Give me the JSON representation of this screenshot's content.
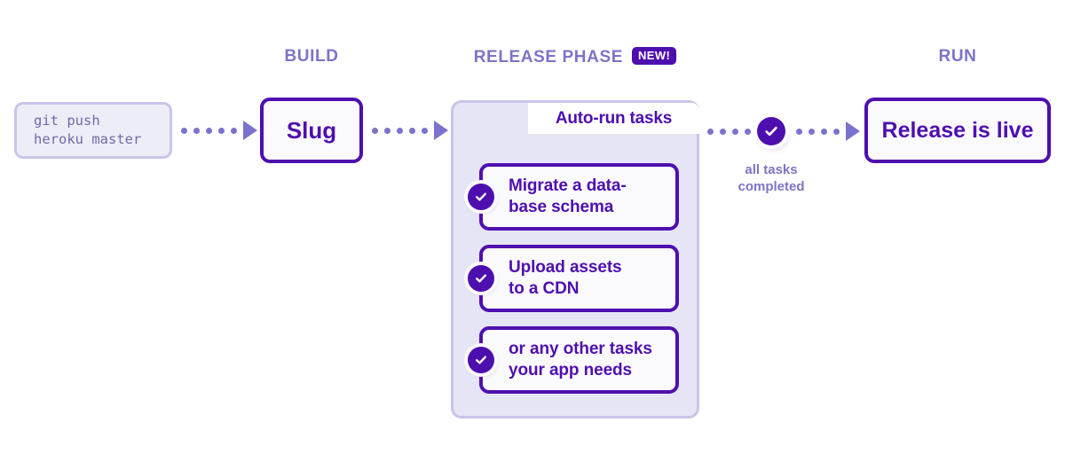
{
  "diagram": {
    "title": "Heroku release phase pipeline",
    "colors": {
      "deep_purple": "#4E0FAF",
      "periwinkle": "#7C74C8",
      "arrow_purple": "#7B72CE",
      "light_lavender_fill": "#E6E5F5",
      "lavender_border": "#C9C5E8",
      "card_fill": "#FAFAFC",
      "background": "#FFFFFF"
    }
  },
  "phases": {
    "build": {
      "label": "BUILD"
    },
    "release": {
      "label": "RELEASE PHASE",
      "badge": "NEW!"
    },
    "run": {
      "label": "RUN"
    }
  },
  "command_box": {
    "line1": "git push",
    "line2": "heroku master"
  },
  "slug_box": {
    "label": "Slug"
  },
  "release_phase": {
    "header": "Auto-run tasks",
    "tasks": [
      {
        "label": "Migrate a data-\nbase schema",
        "line1": "Migrate a data-",
        "line2": "base schema",
        "status_icon": "check-icon",
        "completed": true
      },
      {
        "label": "Upload assets to a CDN",
        "line1": "Upload assets",
        "line2": "to a CDN",
        "status_icon": "check-icon",
        "completed": true
      },
      {
        "label": "or any other tasks your app needs",
        "line1": "or any other tasks",
        "line2": "your app needs",
        "status_icon": "check-icon",
        "completed": true
      }
    ]
  },
  "transition": {
    "icon": "check-circle-icon",
    "caption_line1": "all tasks",
    "caption_line2": "completed"
  },
  "run_box": {
    "label": "Release is live"
  },
  "arrows": {
    "dot_count": 5,
    "glyph": "dotted-arrow-icon"
  }
}
